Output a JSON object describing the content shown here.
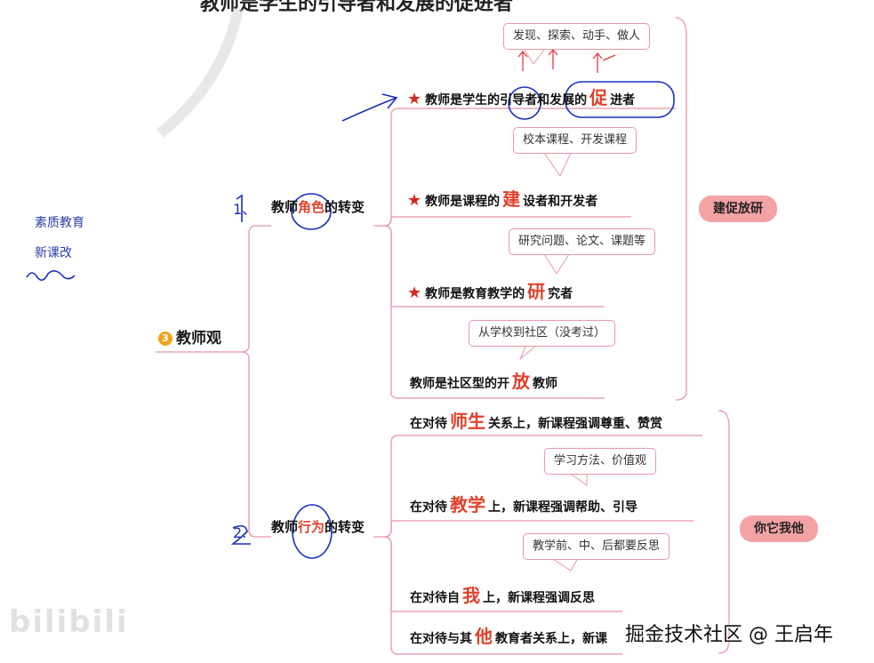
{
  "header": {
    "cut_title": "教师是学生的引导者和发展的促进者"
  },
  "side_notes": {
    "line1": "素质教育",
    "line2": "新课改"
  },
  "root": {
    "badge": "3",
    "label": "教师观"
  },
  "branch1": {
    "prefix": "教师",
    "keyword": "角色",
    "suffix": "的转变",
    "hand_number": "1、",
    "items": [
      {
        "before": "教师是学生的引导者和发展的",
        "big": "促",
        "after": "进者",
        "bubble": "发现、探索、动手、做人",
        "star": true
      },
      {
        "before": "教师是课程的",
        "big": "建",
        "after": "设者和开发者",
        "bubble": "校本课程、开发课程",
        "star": true
      },
      {
        "before": "教师是教育教学的",
        "big": "研",
        "after": "究者",
        "bubble": "研究问题、论文、课题等",
        "star": true
      },
      {
        "before": "教师是社区型的开",
        "big": "放",
        "after": "教师",
        "bubble": "从学校到社区（没考过）",
        "star": false
      }
    ],
    "pill": "建促放研"
  },
  "branch2": {
    "prefix": "教师",
    "keyword": "行为",
    "suffix": "的转变",
    "hand_number": "2.",
    "items": [
      {
        "before": "在对待",
        "big": "师生",
        "after": "关系上，新课程强调尊重、赞赏",
        "bubble": ""
      },
      {
        "before": "在对待",
        "big": "教学",
        "after": "上，新课程强调帮助、引导",
        "bubble": "学习方法、价值观"
      },
      {
        "before": "在对待自",
        "big": "我",
        "after": "上，新课程强调反思",
        "bubble": "教学前、中、后都要反思"
      },
      {
        "before": "在对待与其",
        "big": "他",
        "after": "教育者关系上，新课",
        "bubble": ""
      }
    ],
    "pill": "你它我他"
  },
  "watermark": {
    "left": "bilibili",
    "right": "掘金技术社区 @ 王启年"
  },
  "colors": {
    "branch_line": "#e9a7b2",
    "keyword_red": "#e1412a",
    "pen_blue": "#1b2fb8",
    "pill": "#f4a3a5"
  }
}
